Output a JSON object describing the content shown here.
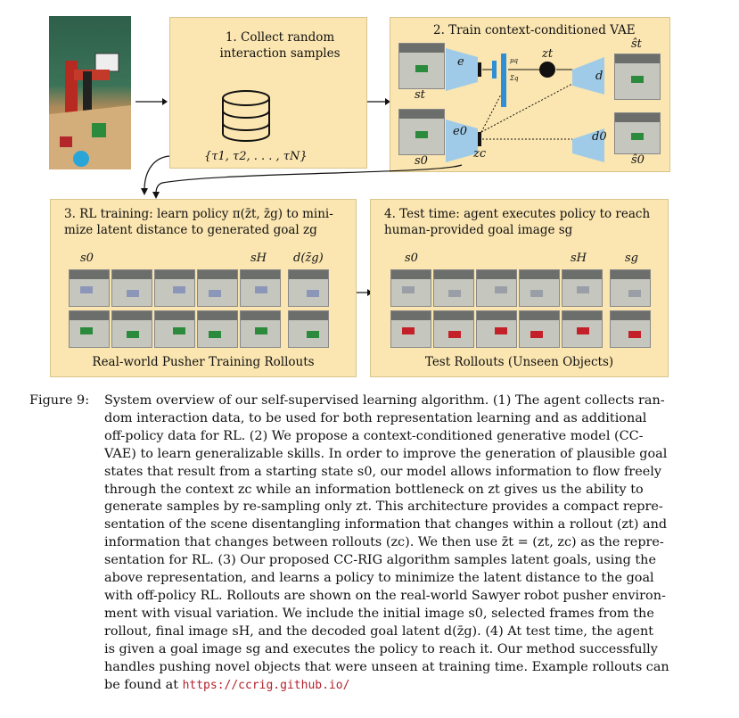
{
  "panels": {
    "p1": {
      "num": "1.",
      "line1": "Collect random",
      "line2": "interaction samples",
      "samples": "{τ1, τ2, . . . , τN}"
    },
    "p2": {
      "title": "2. Train context-conditioned VAE",
      "e": "e",
      "d": "d",
      "e0": "e0",
      "d0": "d0",
      "zt": "zt",
      "zc": "zc",
      "st": "st",
      "st_hat": "ŝt",
      "s0": "s0",
      "s0_hat": "ŝ0",
      "mu": "μq",
      "sigma": "Σq"
    },
    "p3": {
      "line1": "3. RL training: learn policy π(z̄t, z̄g) to mini-",
      "line2": "mize latent distance to generated goal zg",
      "s0": "s0",
      "sH": "sH",
      "dz": "d(z̄g)",
      "footer": "Real-world Pusher Training Rollouts"
    },
    "p4": {
      "line1": "4.  Test time:  agent executes policy to reach",
      "line2": "human-provided goal image sg",
      "s0": "s0",
      "sH": "sH",
      "sg": "sg",
      "footer": "Test Rollouts (Unseen Objects)"
    }
  },
  "caption": {
    "label": "Figure 9:",
    "lines": [
      "System overview of our self-supervised learning algorithm. (1) The agent collects ran-",
      "dom interaction data, to be used for both representation learning and as additional",
      "off-policy data for RL. (2) We propose a context-conditioned generative model (CC-",
      "VAE) to learn generalizable skills. In order to improve the generation of plausible goal",
      "states that result from a starting state s0, our model allows information to flow freely",
      "through the context zc while an information bottleneck on zt gives us the ability to",
      "generate samples by re-sampling only zt. This architecture provides a compact repre-",
      "sentation of the scene disentangling information that changes within a rollout (zt) and",
      "information that changes between rollouts (zc). We then use z̄t = (zt, zc) as the repre-",
      "sentation for RL. (3) Our proposed CC-RIG algorithm samples latent goals, using the",
      "above representation, and learns a policy to minimize the latent distance to the goal",
      "with off-policy RL. Rollouts are shown on the real-world Sawyer robot pusher environ-",
      "ment with visual variation. We include the initial image s0, selected frames from the",
      "rollout, final image sH, and the decoded goal latent d(z̄g). (4) At test time, the agent",
      "is given a goal image sg and executes the policy to reach it. Our method successfully",
      "handles pushing novel objects that were unseen at training time. Example rollouts can"
    ],
    "last_prefix": "be found at",
    "url": "https://ccrig.github.io/"
  },
  "colors": {
    "panel": "#fbe6b1",
    "encoder": "#9fcbe8",
    "bar": "#2e8ed6",
    "link": "#b3222c"
  }
}
